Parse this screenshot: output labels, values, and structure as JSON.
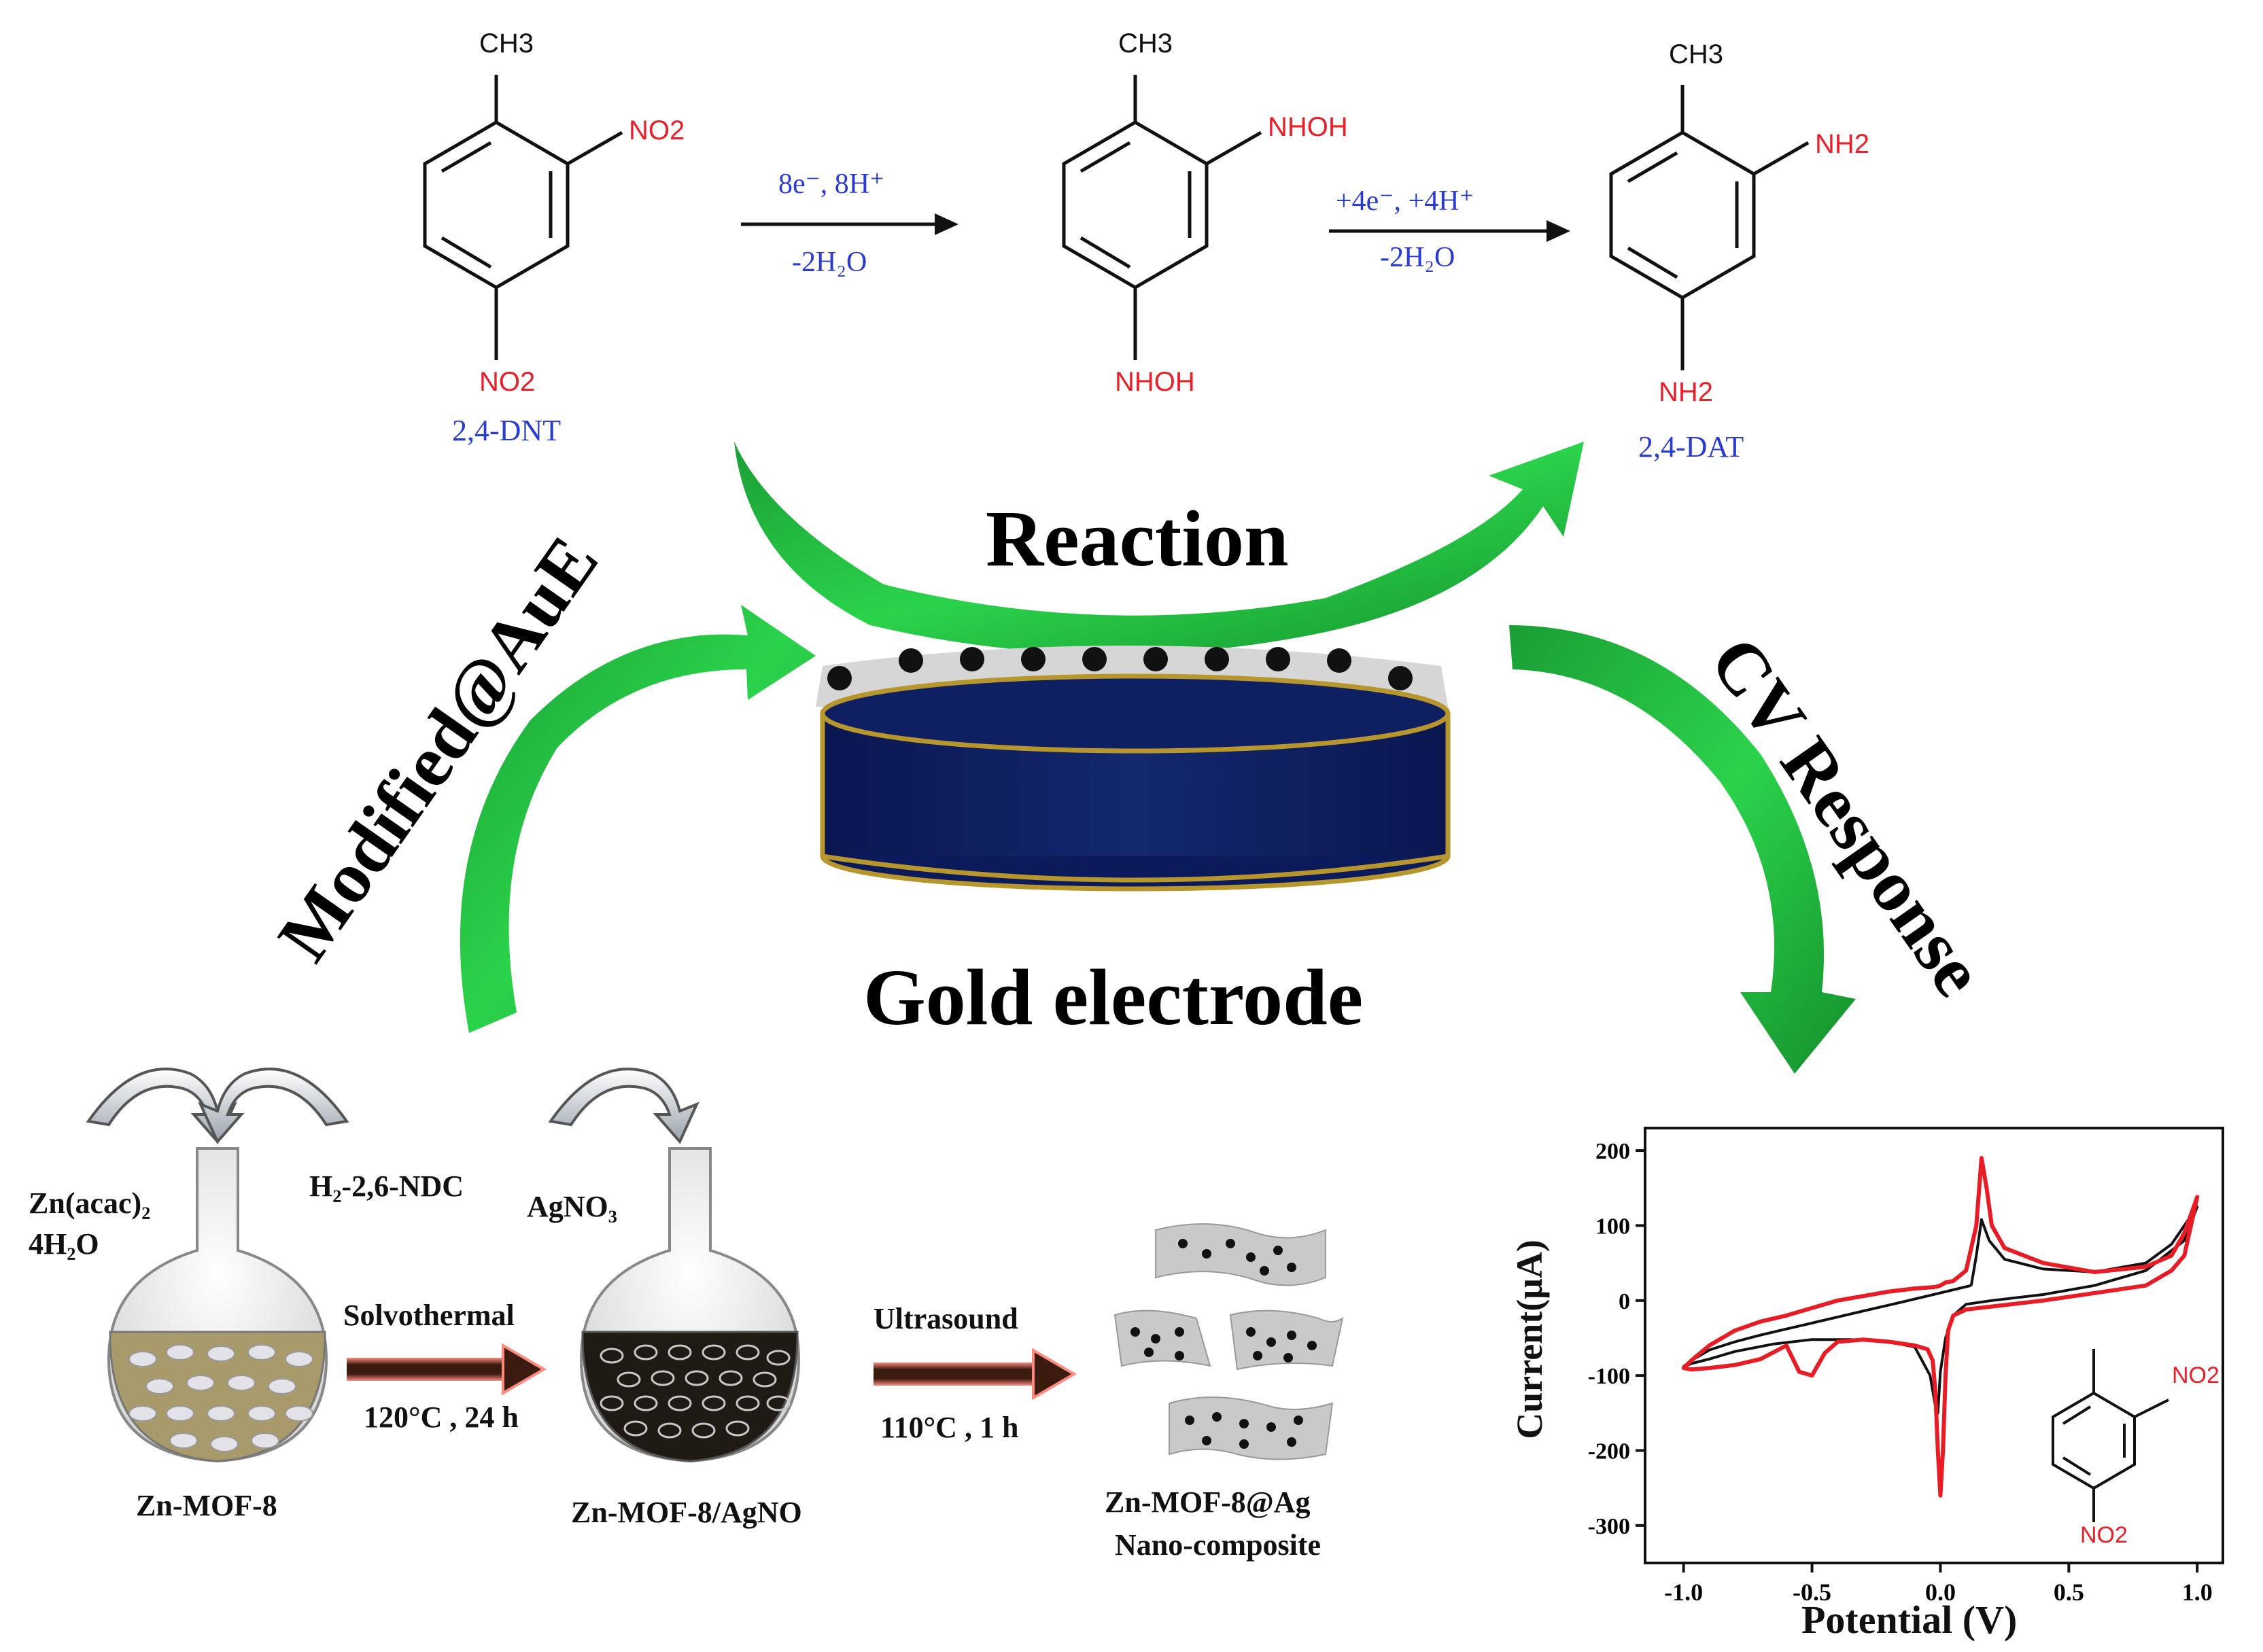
{
  "reaction_scheme": {
    "compounds": [
      {
        "id": "dnt",
        "top_group": "CH3",
        "sub_2": "NO2",
        "sub_4": "NO2",
        "caption": "2,4-DNT"
      },
      {
        "id": "hydroxylamine",
        "top_group": "CH3",
        "sub_2": "NHOH",
        "sub_4": "NHOH",
        "caption": ""
      },
      {
        "id": "dat",
        "top_group": "CH3",
        "sub_2": "NH2",
        "sub_4": "NH2",
        "caption": "2,4-DAT"
      }
    ],
    "arrow1": {
      "above": "8e⁻, 8H⁺",
      "below": "-2H₂O"
    },
    "arrow2": {
      "above": "+4e⁻, +4H⁺",
      "below": "-2H₂O"
    }
  },
  "labels": {
    "reaction": "Reaction",
    "gold_electrode": "Gold electrode",
    "modified": "Modified@AuE",
    "cv_response": "CV Response"
  },
  "synthesis": {
    "reagent_1": "Zn(acac)₂",
    "reagent_1b": "4H₂O",
    "reagent_2": "H₂-2,6-NDC",
    "reagent_3": "AgNO₃",
    "step1_top": "Solvothermal",
    "step1_bottom": "120°C , 24 h",
    "step2_top": "Ultrasound",
    "step2_bottom": "110°C , 1 h",
    "flask1_label": "Zn-MOF-8",
    "flask2_label": "Zn-MOF-8/AgNO",
    "product_label_1": "Zn-MOF-8@Ag",
    "product_label_2": "Nano-composite"
  },
  "colors": {
    "arrow_green": "#1fb43a",
    "electrode_blue": "#0d1d5c",
    "electrode_rim": "#b8962e",
    "text_blue": "#2a3bd0",
    "text_red": "#e8202a",
    "flask1_fill": "#a89a6a",
    "flask2_fill": "#1f1a14",
    "process_arrow": "#3b1a10"
  },
  "chart_data": {
    "type": "line",
    "xlabel": "Potential (V)",
    "ylabel": "Current(μA)",
    "xlim": [
      -1.15,
      1.1
    ],
    "ylim": [
      -350,
      230
    ],
    "x_ticks": [
      -1.0,
      -0.5,
      0.0,
      0.5,
      1.0
    ],
    "x_tick_labels": [
      "-1.0",
      "-0.5",
      "0.0",
      "0.5",
      "1.0"
    ],
    "y_ticks": [
      200,
      100,
      0,
      -100,
      -200,
      -300
    ],
    "y_tick_labels": [
      "200",
      "100",
      "0",
      "-100",
      "-200",
      "-300"
    ],
    "grid": false,
    "inset_labels": {
      "sub_2": "NO2",
      "sub_4": "NO2"
    },
    "series": [
      {
        "color": "#111111",
        "x": [
          0.12,
          0.14,
          0.16,
          0.19,
          0.25,
          0.4,
          0.6,
          0.8,
          0.9,
          0.95,
          1.0,
          0.95,
          0.8,
          0.6,
          0.4,
          0.2,
          0.1,
          0.05,
          0.02,
          0.0,
          -0.01,
          -0.02,
          -0.04,
          -0.1,
          -0.2,
          -0.35,
          -0.5,
          -0.65,
          -0.8,
          -0.9,
          -0.97,
          -1.0,
          -0.97,
          -0.9,
          -0.8,
          -0.7,
          -0.6,
          -0.5,
          -0.4,
          -0.3,
          -0.2,
          -0.1
        ],
        "y": [
          20,
          60,
          108,
          80,
          55,
          42,
          38,
          50,
          75,
          100,
          125,
          80,
          40,
          20,
          8,
          0,
          -5,
          -20,
          -50,
          -95,
          -150,
          -140,
          -100,
          -62,
          -55,
          -52,
          -52,
          -58,
          -68,
          -78,
          -84,
          -88,
          -80,
          -66,
          -55,
          -46,
          -38,
          -30,
          -22,
          -14,
          -6,
          2
        ]
      },
      {
        "color": "#e81c24",
        "x": [
          -0.02,
          0.0,
          0.02,
          0.05,
          0.1,
          0.14,
          0.16,
          0.18,
          0.2,
          0.25,
          0.4,
          0.6,
          0.8,
          0.9,
          0.95,
          1.0,
          0.95,
          0.9,
          0.8,
          0.6,
          0.4,
          0.2,
          0.1,
          0.05,
          0.03,
          0.02,
          0.01,
          0.0,
          -0.01,
          -0.02,
          -0.03,
          -0.05,
          -0.1,
          -0.2,
          -0.3,
          -0.4,
          -0.45,
          -0.5,
          -0.55,
          -0.6,
          -0.7,
          -0.8,
          -0.9,
          -0.97,
          -1.0,
          -0.97,
          -0.9,
          -0.8,
          -0.7,
          -0.6,
          -0.5,
          -0.4,
          -0.3,
          -0.2,
          -0.1
        ],
        "y": [
          18,
          20,
          24,
          26,
          40,
          100,
          190,
          150,
          100,
          70,
          50,
          38,
          45,
          60,
          90,
          138,
          60,
          40,
          20,
          10,
          0,
          -8,
          -12,
          -20,
          -40,
          -100,
          -200,
          -260,
          -200,
          -120,
          -80,
          -65,
          -60,
          -55,
          -52,
          -55,
          -70,
          -100,
          -95,
          -60,
          -78,
          -86,
          -90,
          -92,
          -90,
          -80,
          -60,
          -40,
          -28,
          -20,
          -10,
          0,
          6,
          12,
          16
        ]
      }
    ]
  }
}
